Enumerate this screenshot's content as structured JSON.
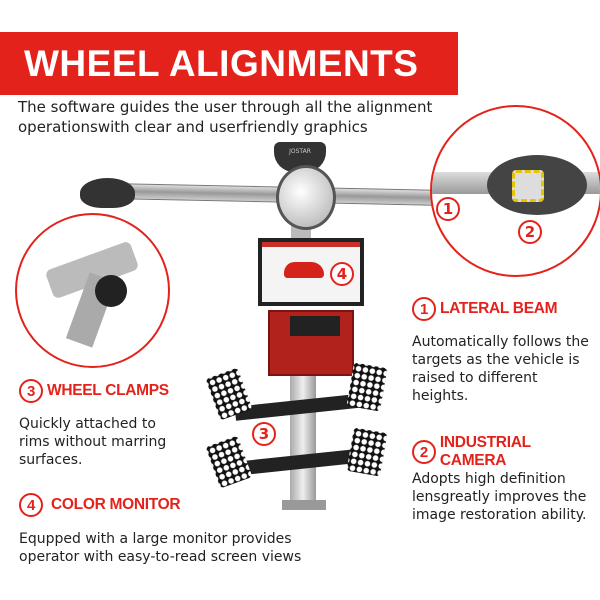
{
  "banner": {
    "title": "WHEEL ALIGNMENTS",
    "color": "#e3231b"
  },
  "subtitle": "The software guides the user through all the alignment operationswith clear and userfriendly graphics",
  "features": [
    {
      "number": "1",
      "title": "LATERAL BEAM",
      "text": "Automatically follows the targets as the vehicle is raised to different heights."
    },
    {
      "number": "2",
      "title": "INDUSTRIAL CAMERA",
      "text": "Adopts high definition lensgreatly improves the image restoration ability."
    },
    {
      "number": "3",
      "title": "WHEEL CLAMPS",
      "text": "Quickly attached to rims without marring surfaces."
    },
    {
      "number": "4",
      "title": "COLOR MONITOR",
      "text": "Equpped with a large monitor provides operator with easy-to-read screen views"
    }
  ],
  "image": {
    "logo_text": "JOSTAR",
    "markers": [
      "1",
      "2",
      "3",
      "4"
    ]
  }
}
